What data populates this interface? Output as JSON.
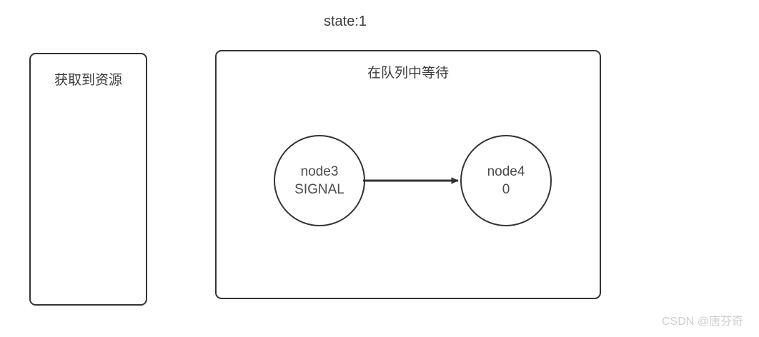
{
  "diagram": {
    "title": "state:1",
    "watermark": "CSDN @唐芬奇",
    "colors": {
      "stroke": "#333333",
      "text": "#3d3d3d",
      "node_text": "#4a4a4a",
      "background": "#ffffff",
      "watermark": "#cfcfcf"
    },
    "boxes": [
      {
        "id": "acquired",
        "label": "获取到资源"
      },
      {
        "id": "waiting",
        "label": "在队列中等待"
      }
    ],
    "nodes": [
      {
        "id": "node3",
        "line1": "node3",
        "line2": "SIGNAL"
      },
      {
        "id": "node4",
        "line1": "node4",
        "line2": "0"
      }
    ],
    "edges": [
      {
        "id": "node3-node4",
        "from": "node3",
        "to": "node4",
        "arrowhead": "filled-triangle"
      }
    ]
  }
}
